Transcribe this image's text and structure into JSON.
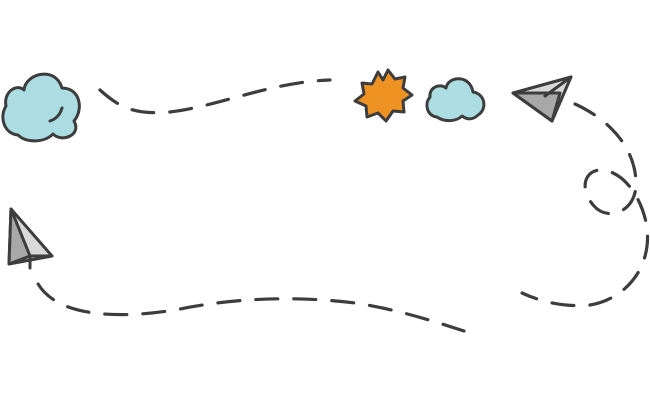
{
  "illustration": {
    "colors": {
      "background": "#ffffff",
      "outline": "#3d3d3d",
      "cloud_fill": "#abdde3",
      "sun_fill": "#ef9224",
      "plane_light": "#d9d9d9",
      "plane_dark": "#a8a8a8"
    },
    "elements": [
      {
        "kind": "cloud",
        "icon": "cloud-icon"
      },
      {
        "kind": "sun",
        "icon": "sun-icon"
      },
      {
        "kind": "cloud",
        "icon": "cloud-icon"
      },
      {
        "kind": "paper-plane",
        "icon": "paper-plane-icon"
      },
      {
        "kind": "paper-plane",
        "icon": "paper-plane-icon"
      },
      {
        "kind": "dashed-flight-path",
        "icon": "dashed-line"
      }
    ]
  }
}
